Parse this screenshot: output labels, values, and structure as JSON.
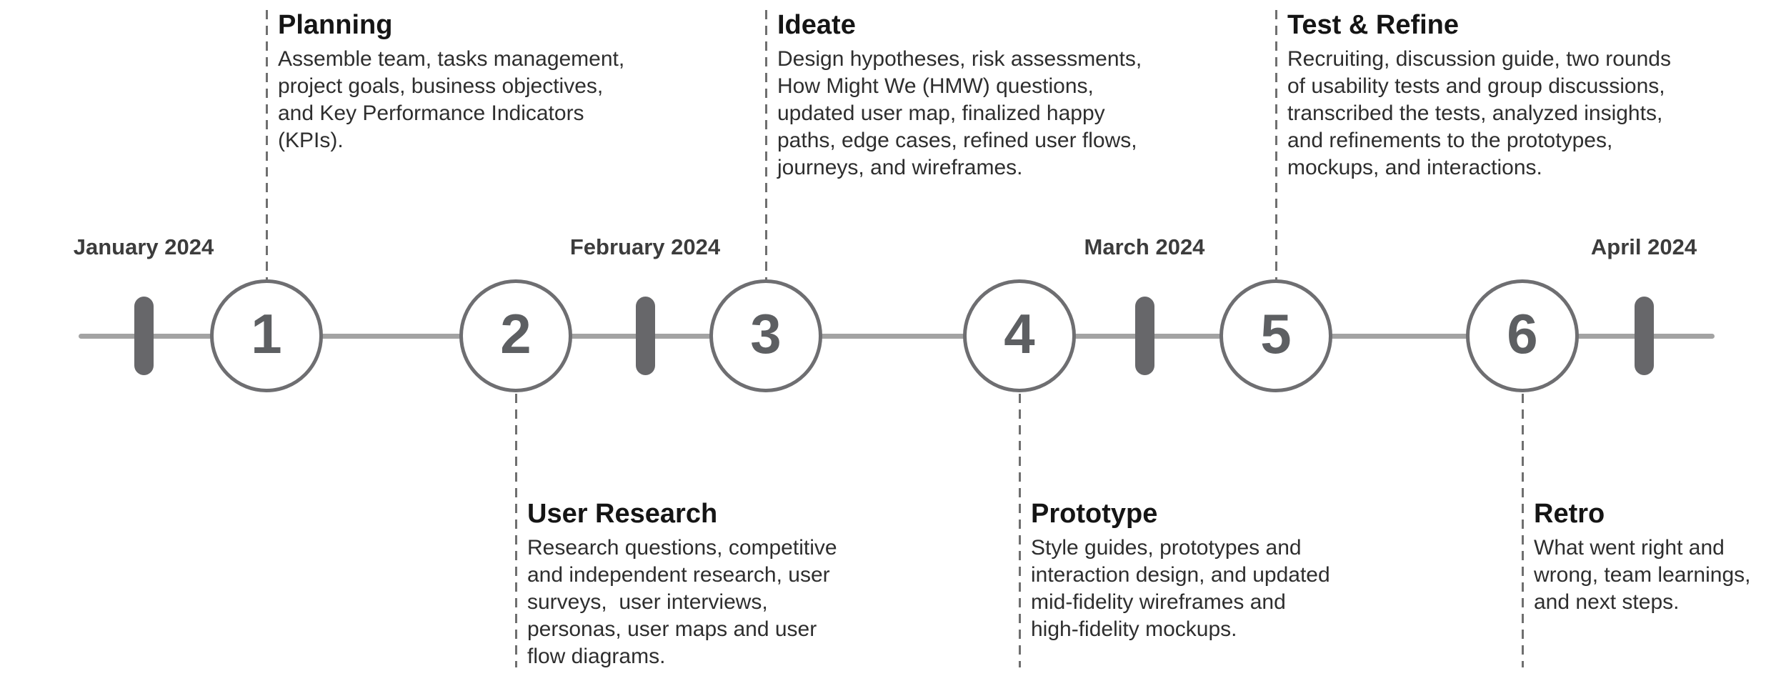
{
  "diagram": {
    "type": "timeline",
    "orientation": "horizontal",
    "background": "#ffffff"
  },
  "colors": {
    "axis_line": "#a3a3a3",
    "tick_pill": "#67676a",
    "circle_border": "#6e6e71",
    "circle_number": "#5d5f62",
    "dashed_connector": "#6f6f6f",
    "title_text": "#151515",
    "body_text": "#2e2e2e",
    "month_text": "#3c3c3c"
  },
  "months": [
    {
      "label": "January 2024"
    },
    {
      "label": "February 2024"
    },
    {
      "label": "March 2024"
    },
    {
      "label": "April 2024"
    }
  ],
  "phases": [
    {
      "number": "1",
      "side": "top",
      "title": "Planning",
      "description": "Assemble team, tasks management,\nproject goals, business objectives,\nand Key Performance Indicators\n(KPIs)."
    },
    {
      "number": "2",
      "side": "bottom",
      "title": "User Research",
      "description": "Research questions, competitive\nand independent research, user\nsurveys,  user interviews,\npersonas, user maps and user\nflow diagrams."
    },
    {
      "number": "3",
      "side": "top",
      "title": "Ideate",
      "description": "Design hypotheses, risk assessments,\nHow Might We (HMW) questions,\nupdated user map, finalized happy\npaths, edge cases, refined user flows,\njourneys, and wireframes."
    },
    {
      "number": "4",
      "side": "bottom",
      "title": "Prototype",
      "description": "Style guides, prototypes and\ninteraction design, and updated\nmid-fidelity wireframes and\nhigh-fidelity mockups."
    },
    {
      "number": "5",
      "side": "top",
      "title": "Test & Refine",
      "description": "Recruiting, discussion guide, two rounds\nof usability tests and group discussions,\ntranscribed the tests, analyzed insights,\nand refinements to the prototypes,\nmockups, and interactions."
    },
    {
      "number": "6",
      "side": "bottom",
      "title": "Retro",
      "description": "What went right and\nwrong, team learnings,\nand next steps."
    }
  ]
}
